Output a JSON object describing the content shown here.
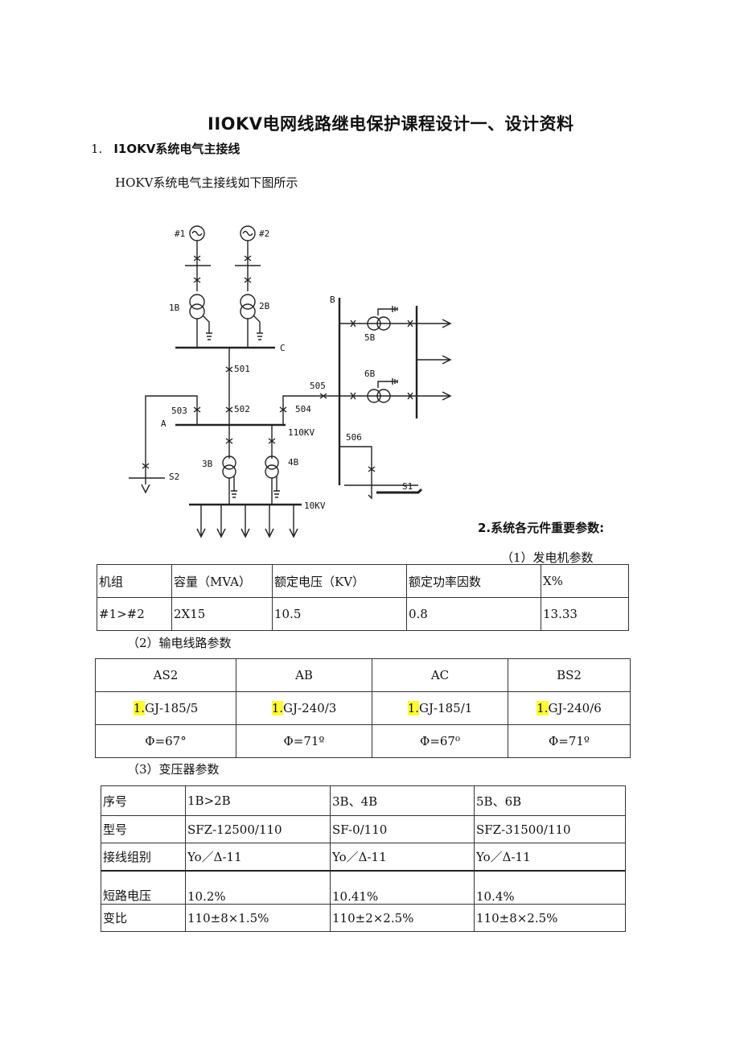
{
  "title": "IIOKV电网线路继电保护课程设计一、设计资料",
  "section1": {
    "num": "1.",
    "heading": "I1OKV系统电气主接线",
    "desc": "HOKV系统电气主接线如下图所示"
  },
  "diagram": {
    "labels": {
      "g1": "#1",
      "g2": "#2",
      "t1": "1B",
      "t2": "2B",
      "busC": "C",
      "busB": "B",
      "busA": "A",
      "b501": "501",
      "b502": "502",
      "b503": "503",
      "b504": "504",
      "b505": "505",
      "b506": "506",
      "t5": "5B",
      "t6": "6B",
      "t3": "3B",
      "t4": "4B",
      "kv110": "110KV",
      "kv10": "10KV",
      "s1": "S1",
      "s2": "S2"
    }
  },
  "section2": {
    "heading": "2.系统各元件重要参数:"
  },
  "generator": {
    "caption": "（1）发电机参数",
    "headers": [
      "机组",
      "容量（MVA）",
      "额定电压（KV）",
      "额定功率因数",
      "X%"
    ],
    "row": [
      "#1>#2",
      "2X15",
      "10.5",
      "0.8",
      "13.33"
    ]
  },
  "lines": {
    "caption": "（2）输电线路参数",
    "headers": [
      "AS2",
      "AB",
      "AC",
      "BS2"
    ],
    "prefix": "1.",
    "models": [
      "GJ-185/5",
      "GJ-240/3",
      "GJ-185/1",
      "GJ-240/6"
    ],
    "angles": [
      "Φ=67°",
      "Φ=71º",
      "Φ=67⁰",
      "Φ=71º"
    ]
  },
  "transformer": {
    "caption": "（3）变压器参数",
    "rows": [
      [
        "序号",
        "1B>2B",
        "3B、4B",
        "5B、6B"
      ],
      [
        "型号",
        "SFZ-12500/110",
        "SF-0/110",
        "SFZ-31500/110"
      ],
      [
        "接线组别",
        "Yo／Δ-11",
        "Yo／Δ-11",
        "Yo／Δ-11"
      ],
      [
        "短路电压",
        "10.2%",
        "10.41%",
        "10.4%"
      ],
      [
        "变比",
        "110±8×1.5%",
        "110±2×2.5%",
        "110±8×2.5%"
      ]
    ]
  }
}
